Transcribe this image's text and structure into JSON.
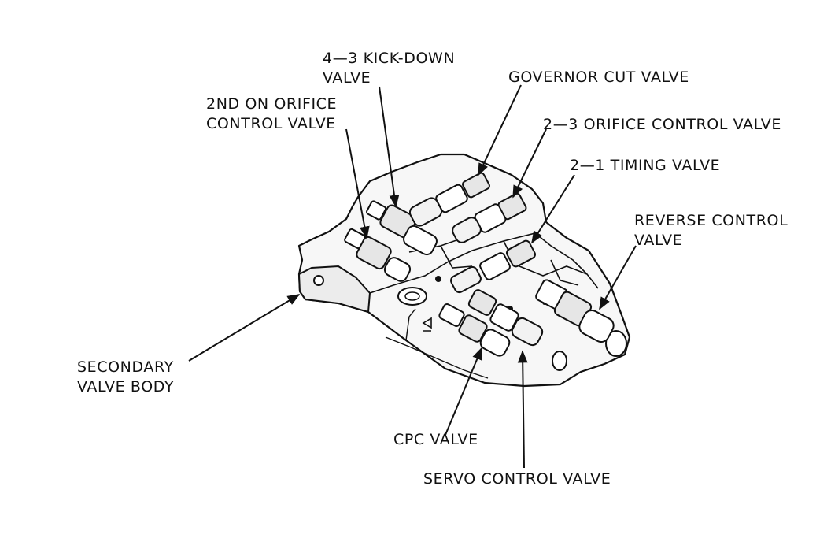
{
  "labels": {
    "kickdown": {
      "line1": "4—3 KICK-DOWN",
      "line2": "VALVE"
    },
    "governor": "GOVERNOR CUT VALVE",
    "second_orifice": {
      "line1": "2ND ON ORIFICE",
      "line2": "CONTROL VALVE"
    },
    "orifice_23": "2—3 ORIFICE CONTROL VALVE",
    "timing_21": "2—1 TIMING VALVE",
    "reverse": {
      "line1": "REVERSE CONTROL",
      "line2": "VALVE"
    },
    "secondary_body": {
      "line1": "SECONDARY",
      "line2": "VALVE BODY"
    },
    "cpc": "CPC VALVE",
    "servo": "SERVO CONTROL VALVE"
  },
  "colors": {
    "ink": "#111111",
    "paper": "#ffffff",
    "shade": "#d9d9d9"
  }
}
